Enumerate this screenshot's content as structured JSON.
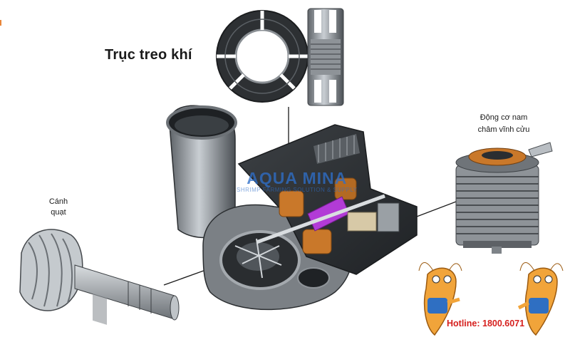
{
  "labels": {
    "air_bearing": "Trục treo khí",
    "motor_line1": "Động cơ nam",
    "motor_line2": "châm vĩnh cửu",
    "impeller_line1": "Cánh",
    "impeller_line2": "quạt"
  },
  "watermark": {
    "brand": "AQUA MINA",
    "tagline": "SHRIMP FARMING SOLUTION & SUPPLY"
  },
  "hotline": "Hotline: 1800.6071",
  "colors": {
    "hotline_red": "#d6201e",
    "watermark_blue": "#2e6ec8",
    "highlight_magenta": "#b23bd6",
    "copper": "#c9782a",
    "mascot_orange": "#f1a43a"
  }
}
